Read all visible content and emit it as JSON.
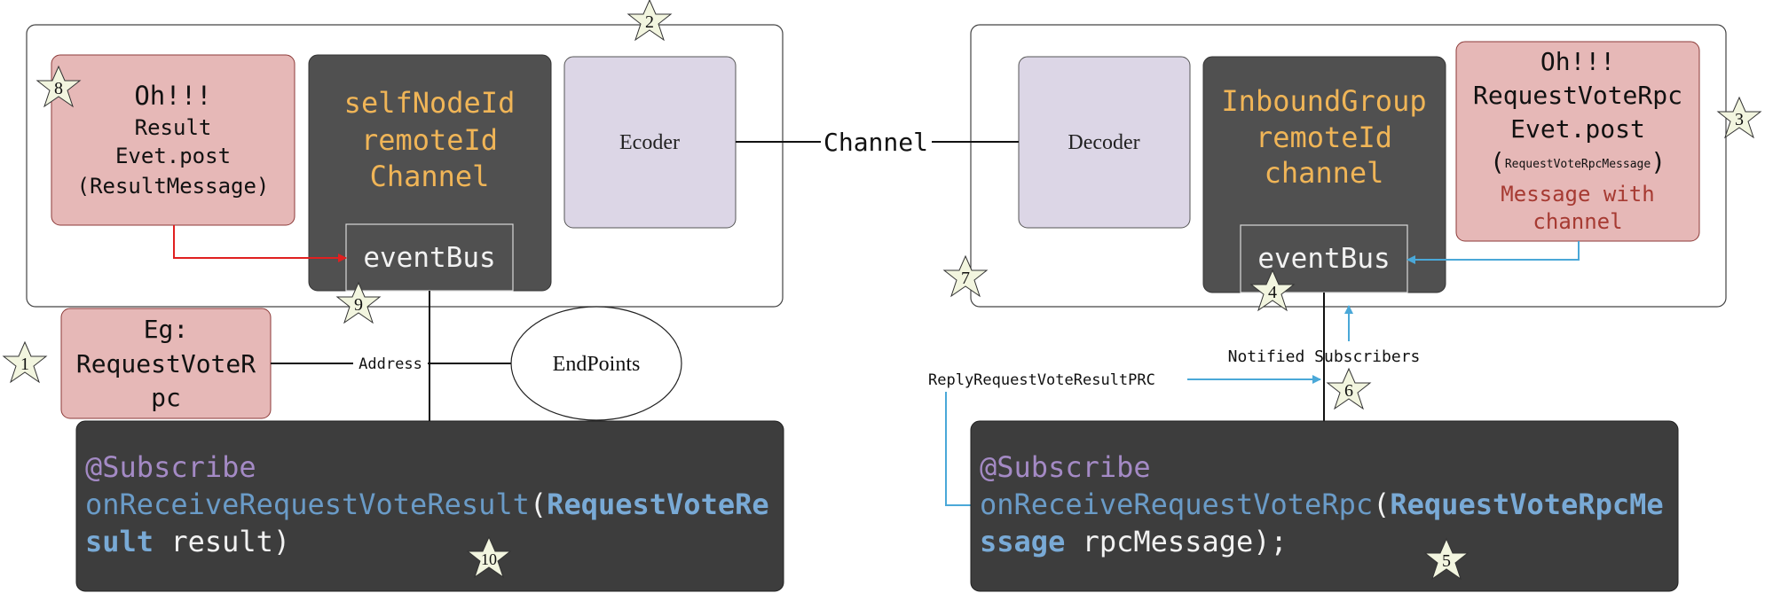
{
  "colors": {
    "panel_stroke": "#444444",
    "pink_fill": "#e6b8b7",
    "pink_stroke": "#8c3a38",
    "dark_fill": "#505050",
    "darker_fill": "#3d3d3d",
    "lavender_fill": "#dcd6e6",
    "orange_text": "#f0b557",
    "red_text": "#a63a32",
    "purple_text": "#a48ac5",
    "blue_text": "#6a9bc7",
    "blue_bold": "#79aad6",
    "white_text": "#f2f2f2",
    "red_arrow": "#e02020",
    "blue_arrow": "#4aa8d8",
    "star_fill": "#f2f5df"
  },
  "left": {
    "oh_box": {
      "line1": "Oh!!!",
      "line2": "Result",
      "line3": "Evet.post",
      "line4": "(ResultMessage)"
    },
    "node_box": {
      "line1": "selfNodeId",
      "line2": "remoteId",
      "line3": "Channel",
      "eventbus": "eventBus"
    },
    "encoder_label": "Ecoder",
    "eg_box": {
      "line1": "Eg:",
      "line2": "RequestVoteR",
      "line3": "pc"
    },
    "address_label": "Address",
    "endpoints_label": "EndPoints",
    "code": {
      "annotation": "@Subscribe",
      "method": "onReceiveRequestVoteResult",
      "paren_open": "(",
      "param_type_a": "RequestVoteRe",
      "param_type_b": "sult",
      "param_rest": " result)"
    }
  },
  "channel_label": "Channel",
  "right": {
    "decoder_label": "Decoder",
    "node_box": {
      "line1": "InboundGroup",
      "line2": "remoteId",
      "line3": "channel",
      "eventbus": "eventBus"
    },
    "oh_box": {
      "line1": "Oh!!!",
      "line2": "RequestVoteRpc",
      "line3": "Evet.post",
      "line4_open": "(",
      "line4_small": "RequestVoteRpcMessage",
      "line4_close": ")",
      "line5": "Message with",
      "line6": "channel"
    },
    "notified_label": "Notified Subscribers",
    "reply_label": "ReplyRequestVoteResultPRC",
    "code": {
      "annotation": "@Subscribe",
      "method": "onReceiveRequestVoteRpc",
      "paren_open": "(",
      "param_type_a": "RequestVoteRpcMe",
      "param_type_b": "ssage",
      "param_rest": " rpcMessage);"
    }
  },
  "stars": [
    "1",
    "2",
    "3",
    "4",
    "5",
    "6",
    "7",
    "8",
    "9",
    "10"
  ]
}
